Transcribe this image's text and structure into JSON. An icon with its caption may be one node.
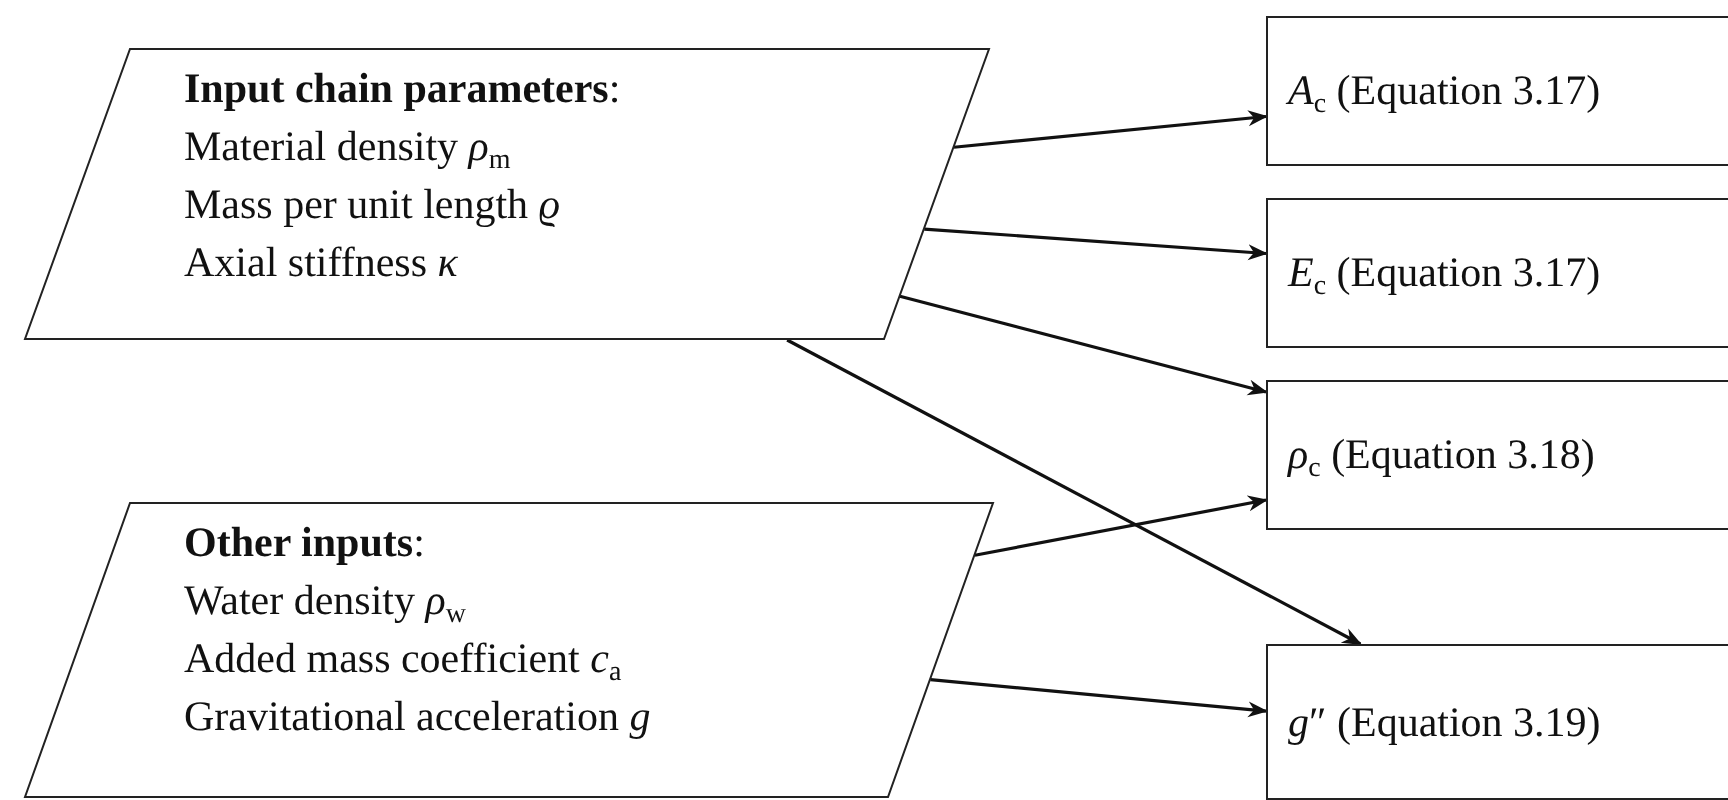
{
  "diagram": {
    "nodes": [
      {
        "text": [
          "**Input chain parameters**:",
          "Material density *ρ*$_{m}$",
          "Mass per unit length *ϱ*",
          "Axial stiffness *κ*"
        ]
      },
      {
        "text": [
          "**Other inputs**:",
          "Water density *ρ*$_{w}$",
          "Added mass coefficient *c*$_{a}$",
          "Gravitational acceleration *g*"
        ]
      },
      {
        "text": [
          "*A*$_{c}$ (Equation 3.17)"
        ]
      },
      {
        "text": [
          "*E*$_{c}$ (Equation 3.17)"
        ]
      },
      {
        "text": [
          "*ρ*$_{c}$ (Equation 3.18)"
        ]
      },
      {
        "text": [
          "*g*″ (Equation 3.19)"
        ]
      }
    ],
    "edges": [
      {
        "from": 0,
        "to": 2,
        "arrow": "to"
      },
      {
        "from": 0,
        "to": 3,
        "arrow": "to"
      },
      {
        "from": 0,
        "to": 4,
        "arrow": "to"
      },
      {
        "from": 0,
        "to": 5,
        "arrow": "to"
      },
      {
        "from": 1,
        "to": 4,
        "arrow": "to"
      },
      {
        "from": 1,
        "to": 5,
        "arrow": "to"
      }
    ]
  }
}
